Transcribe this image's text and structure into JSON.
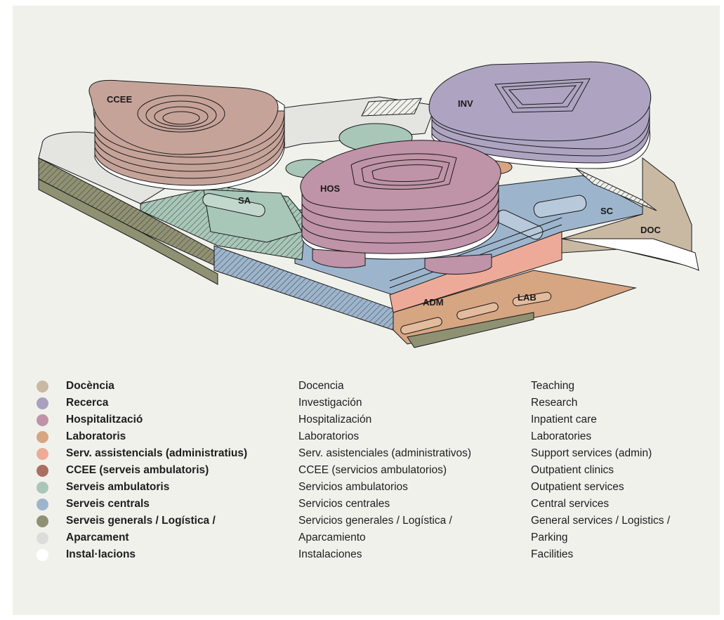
{
  "zones": {
    "ccee": "CCEE",
    "inv": "INV",
    "hos": "HOS",
    "sa": "SA",
    "sc": "SC",
    "doc": "DOC",
    "adm": "ADM",
    "lab": "LAB"
  },
  "legend": [
    {
      "color": "#c9b9a3",
      "ca": "Docència",
      "es": "Docencia",
      "en": "Teaching"
    },
    {
      "color": "#a9a0bd",
      "ca": "Recerca",
      "es": "Investigación",
      "en": "Research"
    },
    {
      "color": "#bf93a8",
      "ca": "Hospitalització",
      "es": "Hospitalización",
      "en": "Inpatient care"
    },
    {
      "color": "#d6a582",
      "ca": "Laboratoris",
      "es": "Laboratorios",
      "en": "Laboratories"
    },
    {
      "color": "#eeaa98",
      "ca": "Serv. assistencials (administratius)",
      "es": "Serv. asistenciales (administrativos)",
      "en": "Support services (admin)"
    },
    {
      "color": "#ab6e63",
      "ca": "CCEE (serveis ambulatoris)",
      "es": "CCEE (servicios ambulatorios)",
      "en": "Outpatient clinics"
    },
    {
      "color": "#a8c7b8",
      "ca": "Serveis ambulatoris",
      "es": "Servicios ambulatorios",
      "en": "Outpatient services"
    },
    {
      "color": "#9db5cc",
      "ca": "Serveis centrals",
      "es": "Servicios centrales",
      "en": "Central services"
    },
    {
      "color": "#8f9173",
      "ca": "Serveis generals / Logística /",
      "es": "Servicios generales / Logística /",
      "en": "General services / Logistics /"
    },
    {
      "color": "#dcdcdc",
      "ca": "Aparcament",
      "es": "Aparcamiento",
      "en": "Parking"
    },
    {
      "color": "#ffffff",
      "ca": "Instal·lacions",
      "es": "Instalaciones",
      "en": "Facilities"
    }
  ]
}
